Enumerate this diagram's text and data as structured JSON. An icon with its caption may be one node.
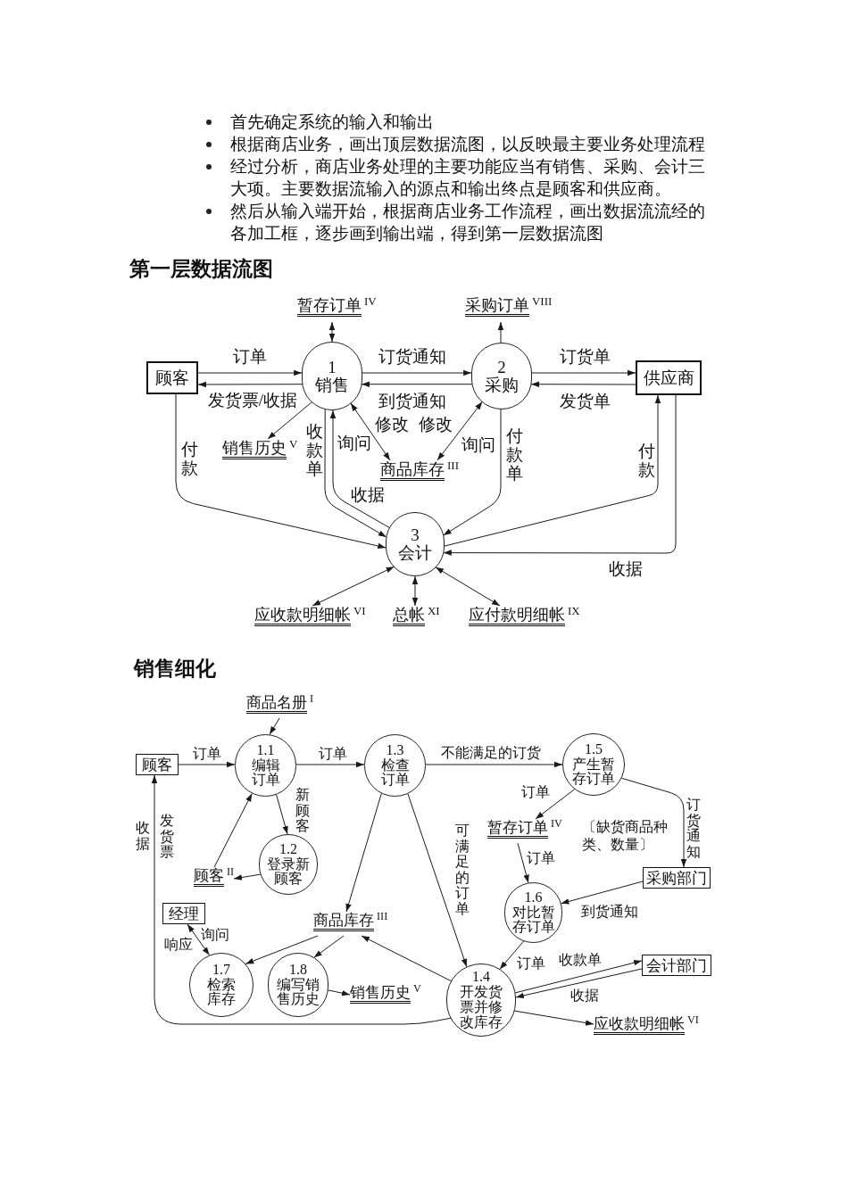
{
  "diagram": {
    "nodes": [
      {
        "text": [
          "暂存订单$^{IV}$"
        ]
      },
      {
        "text": [
          "采购订单$^{VIII}$"
        ]
      },
      {
        "text": [
          "顾客"
        ]
      },
      {
        "text": [
          "1",
          "销售"
        ]
      },
      {
        "text": [
          "2",
          "采购"
        ]
      },
      {
        "text": [
          "供应商"
        ]
      },
      {
        "text": [
          "销售历史$^{V}$"
        ]
      },
      {
        "text": [
          "商品库存$^{III}$"
        ]
      },
      {
        "text": [
          "3",
          "会计"
        ]
      },
      {
        "text": [
          "应收款明细帐$^{VI}$"
        ]
      },
      {
        "text": [
          "总帐$^{XI}$"
        ]
      },
      {
        "text": [
          "应付款明细帐$^{IX}$"
        ]
      },
      {
        "text": [
          "商品名册$^{I}$"
        ]
      },
      {
        "text": [
          "顾客"
        ]
      },
      {
        "text": [
          "1.1",
          "编辑订单"
        ]
      },
      {
        "text": [
          "1.3",
          "检查订单"
        ]
      },
      {
        "text": [
          "1.5",
          "产生暂存订单"
        ]
      },
      {
        "text": [
          "暂存订单$^{IV}$"
        ],
        "beside": [
          "〔缺货商品种类、数量〕"
        ]
      },
      {
        "text": [
          "顾客$^{II}$"
        ]
      },
      {
        "text": [
          "1.2",
          "登录新顾客"
        ]
      },
      {
        "text": [
          "采购部门"
        ]
      },
      {
        "text": [
          "1.6",
          "对比暂存订单"
        ]
      },
      {
        "text": [
          "经理"
        ]
      },
      {
        "text": [
          "商品库存$^{III}$"
        ]
      },
      {
        "text": [
          "1.7",
          "检索库存"
        ]
      },
      {
        "text": [
          "1.8",
          "编写销售历史"
        ]
      },
      {
        "text": [
          "销售历史$^{V}$"
        ]
      },
      {
        "text": [
          "1.4",
          "开发货票并修改库存"
        ]
      },
      {
        "text": [
          "会计部门"
        ]
      },
      {
        "text": [
          "应收款明细帐$^{VI}$"
        ]
      }
    ],
    "edges": [
      {
        "from": 3,
        "to": 0,
        "arrow": "both"
      },
      {
        "from": 4,
        "to": 1,
        "arrow": "to"
      },
      {
        "from": 2,
        "to": 3,
        "arrow": "to",
        "label": "订单"
      },
      {
        "from": 3,
        "to": 2,
        "arrow": "to",
        "label": "发货票/收据"
      },
      {
        "from": 3,
        "to": 4,
        "arrow": "to",
        "label": "订货通知"
      },
      {
        "from": 4,
        "to": 3,
        "arrow": "to",
        "label": "到货通知"
      },
      {
        "from": 4,
        "to": 5,
        "arrow": "to",
        "label": "订货单"
      },
      {
        "from": 5,
        "to": 4,
        "arrow": "to",
        "label": "发货单"
      },
      {
        "from": 3,
        "to": 6,
        "arrow": "to"
      },
      {
        "from": 3,
        "to": 7,
        "arrow": "both",
        "label": "修改"
      },
      {
        "from": 4,
        "to": 7,
        "arrow": "both",
        "label": "修改"
      },
      {
        "from": 3,
        "to": 8,
        "arrow": "to",
        "label": "收款单"
      },
      {
        "from": 8,
        "to": 3,
        "arrow": "to",
        "label": "收据"
      },
      {
        "from": 2,
        "to": 8,
        "arrow": "to",
        "label": "付款"
      },
      {
        "from": 4,
        "to": 8,
        "arrow": "to",
        "label": "付款单"
      },
      {
        "from": 8,
        "to": 5,
        "arrow": "to",
        "label": "付款"
      },
      {
        "from": 5,
        "to": 8,
        "arrow": "to",
        "label": "收据"
      },
      {
        "from": 8,
        "to": 9,
        "arrow": "both"
      },
      {
        "from": 8,
        "to": 10,
        "arrow": "both"
      },
      {
        "from": 8,
        "to": 11,
        "arrow": "both"
      },
      {
        "from": 12,
        "to": 14,
        "arrow": "to"
      },
      {
        "from": 13,
        "to": 14,
        "arrow": "to",
        "label": "订单"
      },
      {
        "from": 14,
        "to": 15,
        "arrow": "to",
        "label": "订单"
      },
      {
        "from": 15,
        "to": 16,
        "arrow": "to",
        "label": "不能满足的订货"
      },
      {
        "from": 14,
        "to": 19,
        "arrow": "to",
        "label": "新顾客"
      },
      {
        "from": 19,
        "to": 18,
        "arrow": "to"
      },
      {
        "from": 18,
        "to": 14,
        "arrow": "to"
      },
      {
        "from": 16,
        "to": 17,
        "arrow": "to",
        "label": "订单"
      },
      {
        "from": 16,
        "to": 20,
        "arrow": "to",
        "label": "订货通知"
      },
      {
        "from": 17,
        "to": 21,
        "arrow": "to",
        "label": "订单"
      },
      {
        "from": 20,
        "to": 21,
        "arrow": "to",
        "label": "到货通知"
      },
      {
        "from": 15,
        "to": 23,
        "arrow": "to"
      },
      {
        "from": 15,
        "to": 27,
        "arrow": "to",
        "label": "可满足的订单"
      },
      {
        "from": 21,
        "to": 27,
        "arrow": "to",
        "label": "订单"
      },
      {
        "from": 27,
        "to": 28,
        "arrow": "to",
        "label": "收款单"
      },
      {
        "from": 28,
        "to": 27,
        "arrow": "to",
        "label": "收据"
      },
      {
        "from": 27,
        "to": 29,
        "arrow": "to"
      },
      {
        "from": 27,
        "to": 23,
        "arrow": "to"
      },
      {
        "from": 23,
        "to": 24,
        "arrow": "to"
      },
      {
        "from": 23,
        "to": 25,
        "arrow": "to"
      },
      {
        "from": 25,
        "to": 26,
        "arrow": "to"
      },
      {
        "from": 22,
        "to": 24,
        "arrow": "both",
        "label": "询问"
      },
      {
        "from": 27,
        "to": 13,
        "arrow": "to",
        "label": "发货票"
      }
    ],
    "labels": [
      "首先确定系统的输入和输出",
      "根据商店业务，画出顶层数据流图，以反映最主要业务处理流程",
      "经过分析，商店业务处理的主要功能应当有销售、采购、会计三大项。主要数据流输入的源点和输出终点是顾客和供应商。",
      "然后从输入端开始，根据商店业务工作流程，画出数据流流经的各加工框，逐步画到输出端，得到第一层数据流图",
      "第一层数据流图",
      "询问",
      "询问",
      "销售细化",
      "收据",
      "响应"
    ]
  }
}
